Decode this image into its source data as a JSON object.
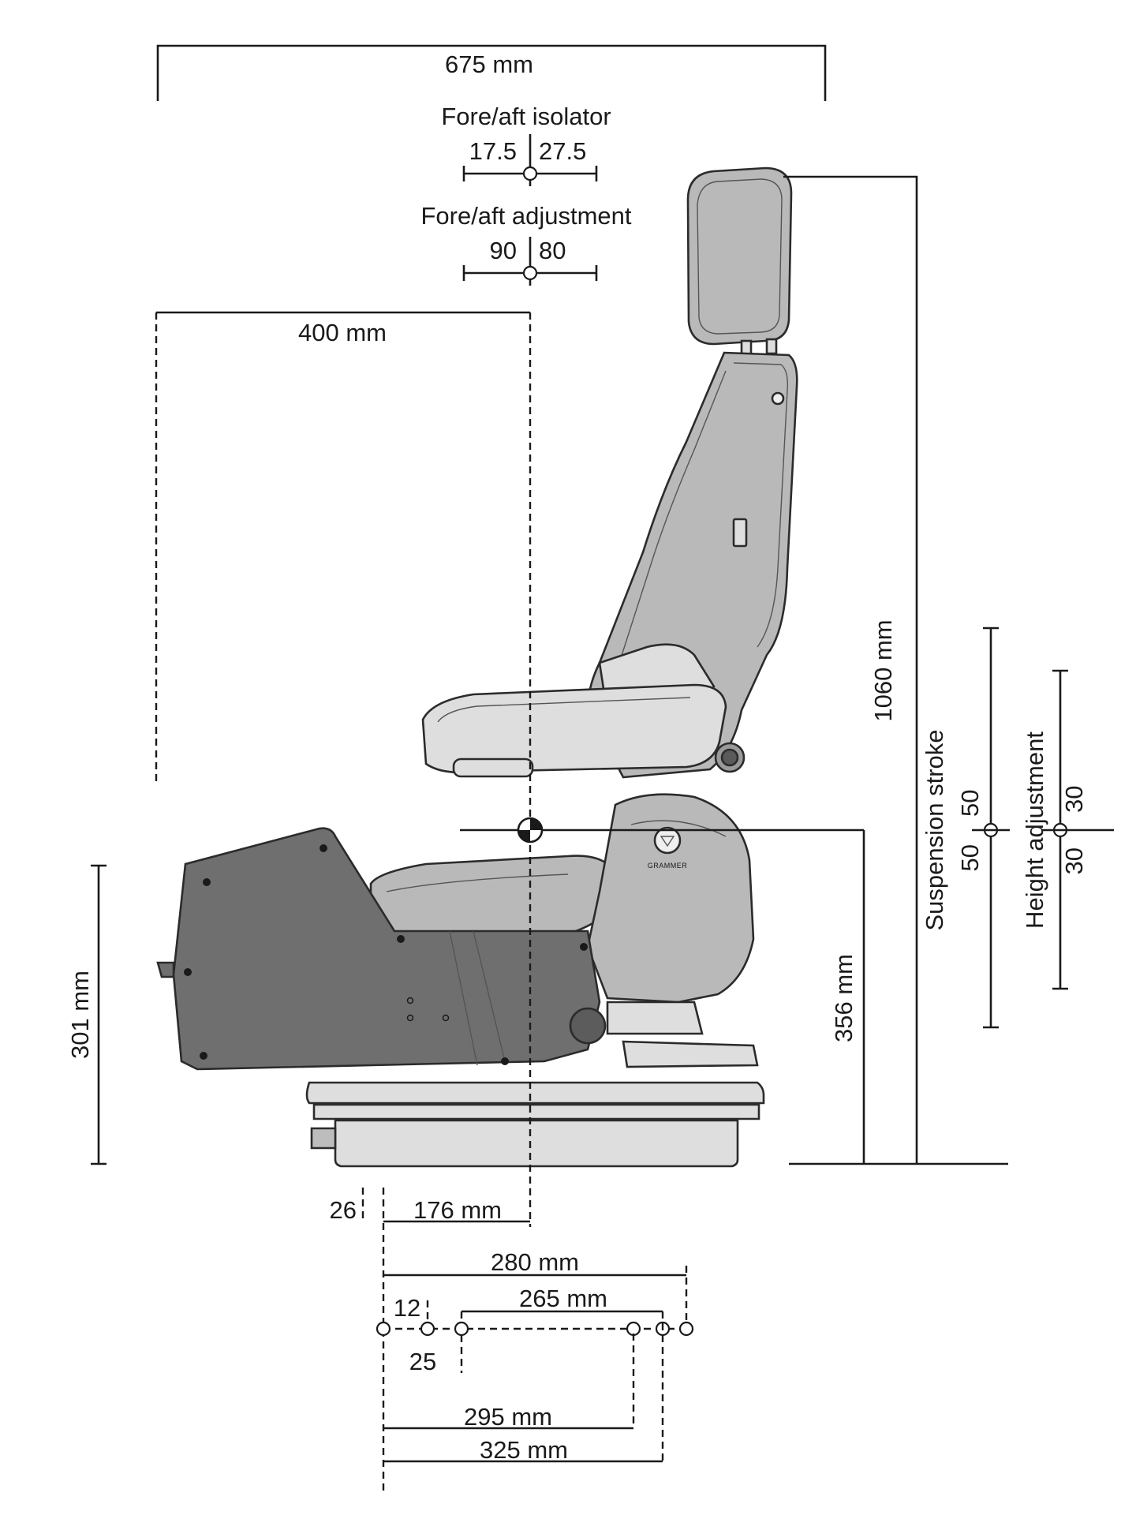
{
  "dimensions": {
    "overall_depth": "675 mm",
    "fore_aft_isolator_title": "Fore/aft isolator",
    "fore_aft_isolator_back": "17.5",
    "fore_aft_isolator_fwd": "27.5",
    "fore_aft_adjustment_title": "Fore/aft adjustment",
    "fore_aft_adjustment_back": "90",
    "fore_aft_adjustment_fwd": "80",
    "seat_ref_depth": "400 mm",
    "overall_height": "1060 mm",
    "suspension_stroke_title": "Suspension stroke",
    "suspension_stroke_up": "50",
    "suspension_stroke_down": "50",
    "height_adjustment_title": "Height adjustment",
    "height_adjustment_up": "30",
    "height_adjustment_down": "30",
    "seat_ref_height": "356 mm",
    "console_height": "301 mm",
    "offset_26": "26",
    "offset_176": "176 mm",
    "rail_280": "280 mm",
    "hole_12": "12",
    "hole_25": "25",
    "rail_265": "265 mm",
    "rail_295": "295 mm",
    "rail_325": "325 mm"
  },
  "seat": {
    "brand": "GRAMMER"
  },
  "colors": {
    "line": "#1a1a1a",
    "seat_fill": "#b9b9b9",
    "console_fill": "#6f6f6f"
  }
}
